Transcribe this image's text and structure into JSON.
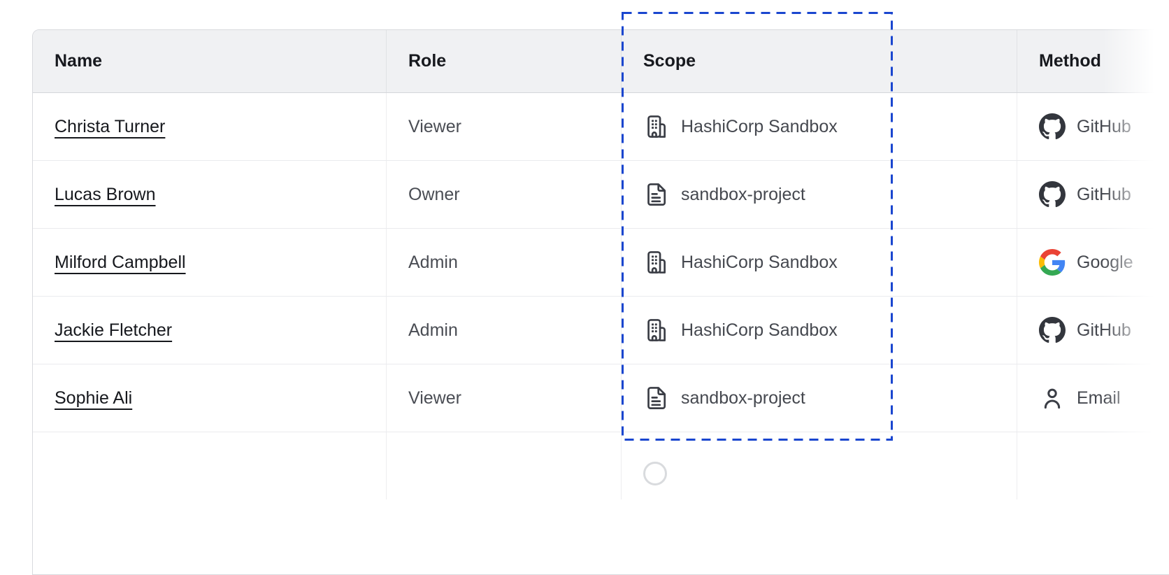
{
  "table": {
    "columns": [
      {
        "label": "Name"
      },
      {
        "label": "Role"
      },
      {
        "label": "Scope"
      },
      {
        "label": "Method"
      }
    ],
    "rows": [
      {
        "name": "Christa Turner",
        "role": "Viewer",
        "scope": "HashiCorp Sandbox",
        "scope_type": "organization",
        "method": "GitHub",
        "method_type": "github"
      },
      {
        "name": "Lucas Brown",
        "role": "Owner",
        "scope": "sandbox-project",
        "scope_type": "project",
        "method": "GitHub",
        "method_type": "github"
      },
      {
        "name": "Milford Campbell",
        "role": "Admin",
        "scope": "HashiCorp Sandbox",
        "scope_type": "organization",
        "method": "Google",
        "method_type": "google"
      },
      {
        "name": "Jackie Fletcher",
        "role": "Admin",
        "scope": "HashiCorp Sandbox",
        "scope_type": "organization",
        "method": "GitHub",
        "method_type": "github"
      },
      {
        "name": "Sophie Ali",
        "role": "Viewer",
        "scope": "sandbox-project",
        "scope_type": "project",
        "method": "Email",
        "method_type": "email"
      }
    ]
  },
  "annotation": {
    "type": "dashed-highlight-box",
    "target_column": "Scope",
    "color": "#1a46cf"
  },
  "colors": {
    "header_bg": "#f0f1f3",
    "table_border": "#d8dade",
    "row_border": "#eaebee",
    "header_text": "#17191e",
    "body_text": "#4a4d54",
    "link_text": "#16181d",
    "icon": "#3a3d45",
    "github_icon": "#33363d",
    "google_blue": "#4285F4",
    "google_green": "#34A853",
    "google_yellow": "#FBBC05",
    "google_red": "#EA4335"
  }
}
